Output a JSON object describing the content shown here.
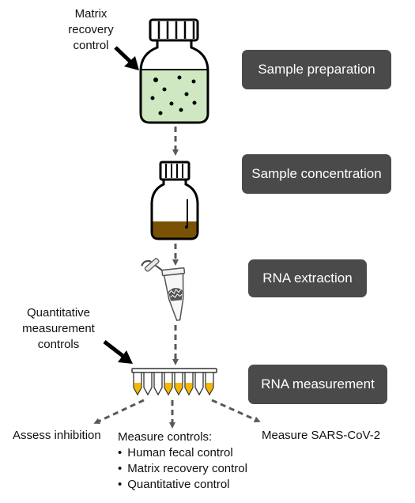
{
  "stages": [
    {
      "label": "Sample preparation"
    },
    {
      "label": "Sample concentration"
    },
    {
      "label": "RNA extraction"
    },
    {
      "label": "RNA measurement"
    }
  ],
  "annotations": {
    "matrix_recovery": "Matrix\nrecovery\ncontrol",
    "quantitative": "Quantitative\nmeasurement\ncontrols"
  },
  "outcomes": {
    "assess": "Assess inhibition",
    "measure_controls_title": "Measure controls:",
    "controls": [
      "Human fecal control",
      "Matrix recovery control",
      "Quantitative control"
    ],
    "sars": "Measure SARS-CoV-2"
  },
  "colors": {
    "box": "#4a4a4a",
    "liquid_green": "#cfe8c2",
    "sediment_brown": "#7a5205",
    "tube_yellow": "#f5b800",
    "arrow_gray": "#595959"
  },
  "icons": [
    "sample-jar-icon",
    "concentration-bottle-icon",
    "microcentrifuge-tube-icon",
    "pcr-strip-icon",
    "pointer-arrow-icon"
  ]
}
